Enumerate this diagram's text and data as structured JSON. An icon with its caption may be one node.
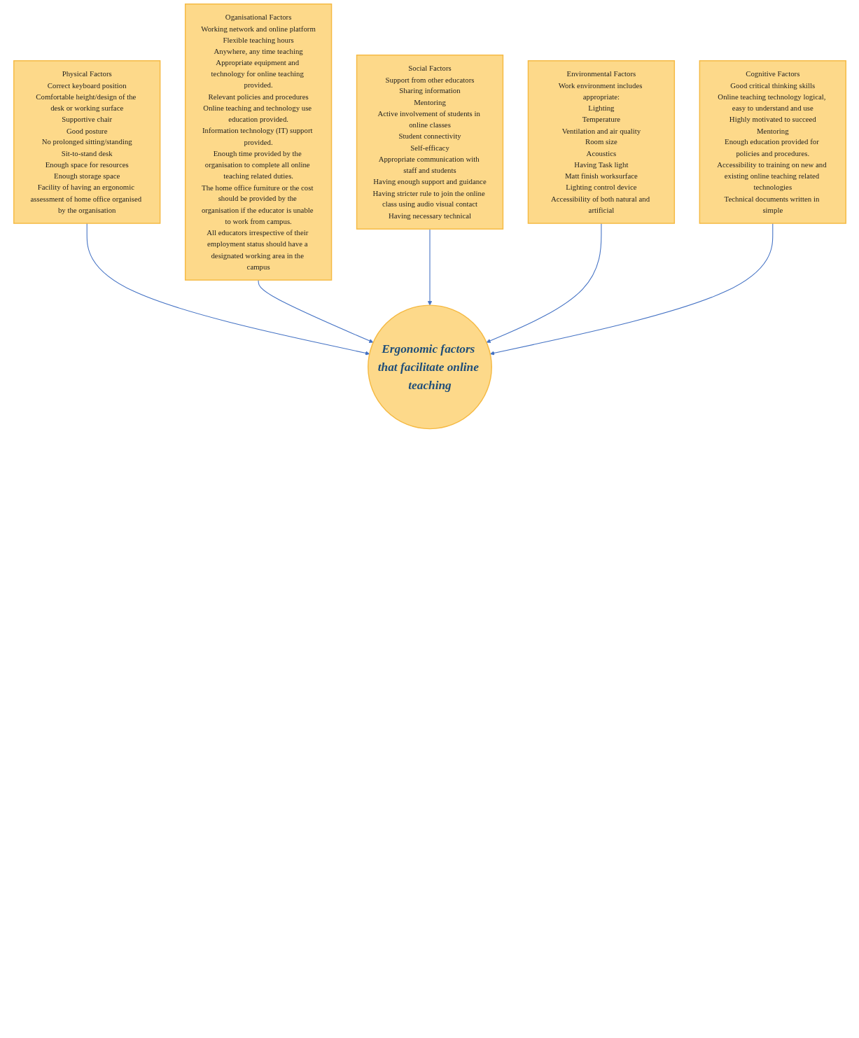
{
  "diagram": {
    "nodes": [
      {
        "text": [
          "Physical Factors",
          "Correct keyboard position",
          "Comfortable height/design of the desk or working surface",
          "Supportive chair",
          "Good posture",
          "No prolonged sitting/standing",
          "Sit-to-stand desk",
          "Enough space for resources",
          "Enough storage space",
          "Facility of having an ergonomic assessment of home office organised by the organisation"
        ]
      },
      {
        "text": [
          "Oganisational Factors",
          "Working network and online platform",
          "Flexible teaching hours",
          "Anywhere, any time teaching",
          "Appropriate equipment and technology for online teaching provided.",
          "Relevant policies and procedures",
          "Online teaching and technology use education provided.",
          "Information technology (IT) support provided.",
          "Enough time provided by the organisation to complete all online teaching related duties.",
          "The home office furniture or the cost should be provided by the organisation if the educator is unable to work from campus.",
          "All educators irrespective of their employment status should have a designated working area in the campus"
        ]
      },
      {
        "text": [
          "Social Factors",
          "Support from other educators",
          "Sharing information",
          "Mentoring",
          "Active involvement of students in online classes",
          "Student connectivity",
          "Self-efficacy",
          "Appropriate communication with staff and students",
          "Having enough support and guidance",
          "Having stricter rule to join the online class using audio visual contact",
          "Having necessary technical"
        ]
      },
      {
        "text": [
          "Cognitive Factors",
          "Good critical thinking skills",
          "Online teaching technology logical, easy to understand and use",
          "Highly motivated to succeed",
          "Mentoring",
          "Enough education provided for policies and procedures.",
          "Accessibility to training on new and existing online teaching related technologies",
          "Technical documents written in simple"
        ]
      },
      {
        "text": [
          "Environmental Factors",
          "Work environment includes appropriate:",
          "Lighting",
          "Temperature",
          "Ventilation and air quality",
          "Room size",
          "Acoustics",
          "Having Task light",
          "Matt finish worksurface",
          "Lighting control device",
          "Accessibility of both natural and artificial"
        ]
      },
      {
        "text": [
          "Ergonomic factors that facilitate online teaching"
        ]
      }
    ],
    "edges": [
      {
        "from": 0,
        "to": 5,
        "arrow": "to"
      },
      {
        "from": 1,
        "to": 5,
        "arrow": "to"
      },
      {
        "from": 2,
        "to": 5,
        "arrow": "to"
      },
      {
        "from": 4,
        "to": 5,
        "arrow": "to"
      },
      {
        "from": 3,
        "to": 5,
        "arrow": "to"
      }
    ]
  }
}
